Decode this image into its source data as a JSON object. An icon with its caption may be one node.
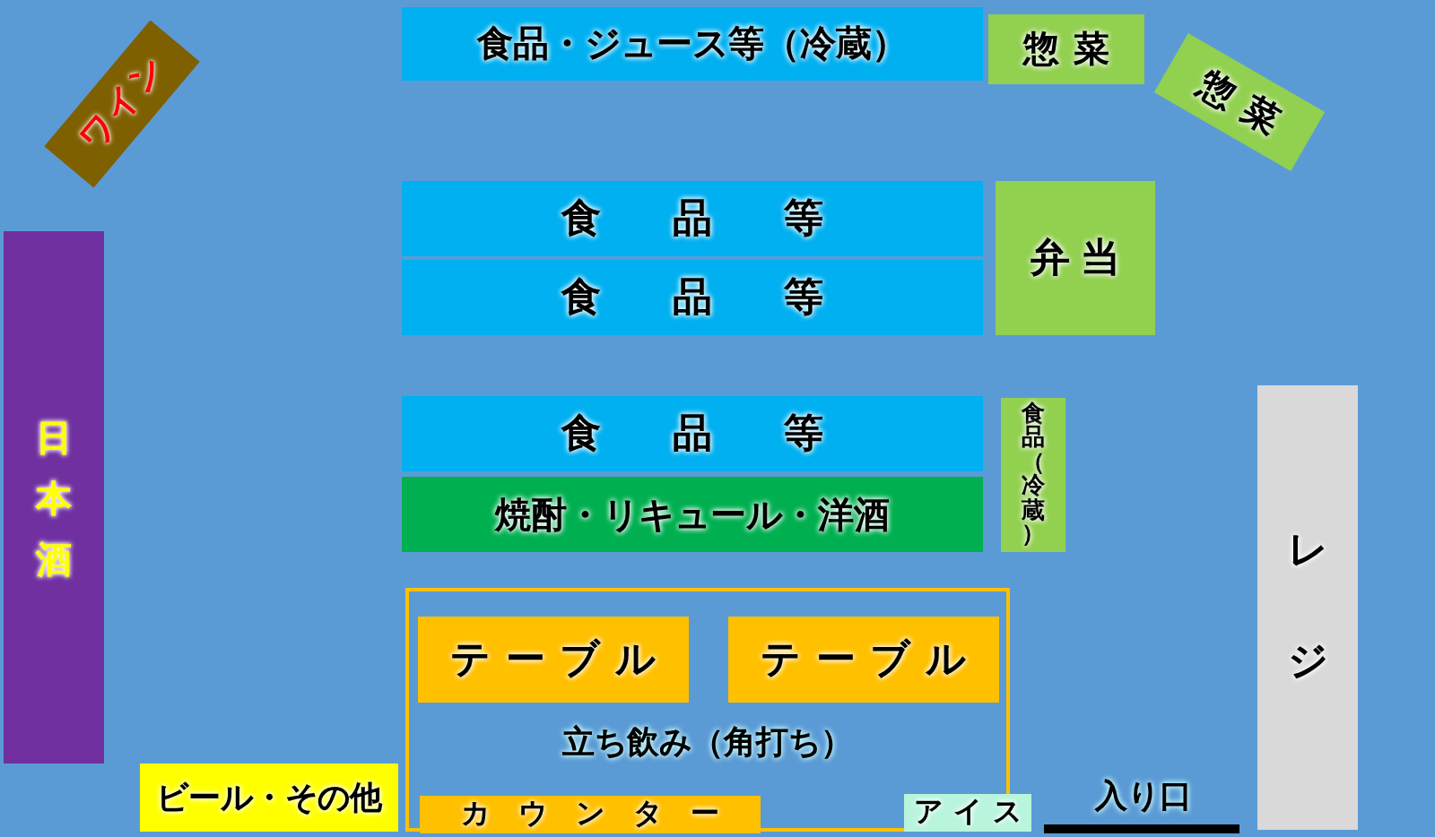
{
  "diagram": {
    "nodes": [
      {
        "text": [
          "食品・ジュース等（冷蔵）"
        ]
      },
      {
        "text": [
          "惣菜"
        ]
      },
      {
        "text": [
          "惣菜"
        ]
      },
      {
        "text": [
          "ワイン"
        ]
      },
      {
        "text": [
          "日本酒"
        ]
      },
      {
        "text": [
          "食品等"
        ]
      },
      {
        "text": [
          "食品等"
        ]
      },
      {
        "text": [
          "弁当"
        ]
      },
      {
        "text": [
          "食品等"
        ]
      },
      {
        "text": [
          "焼酎・リキュール・洋酒"
        ]
      },
      {
        "text": [
          "食品（冷蔵）"
        ]
      },
      {
        "text": [
          "レジ"
        ]
      },
      {
        "text": [
          "立ち飲み（角打ち）"
        ]
      },
      {
        "text": [
          "テーブル"
        ],
        "in": 12
      },
      {
        "text": [
          "テーブル"
        ],
        "in": 12
      },
      {
        "text": [
          "カウンター"
        ],
        "in": 12
      },
      {
        "text": [
          "ビール・その他"
        ]
      },
      {
        "text": [
          "アイス"
        ]
      }
    ],
    "labels": [
      "入り口"
    ]
  }
}
